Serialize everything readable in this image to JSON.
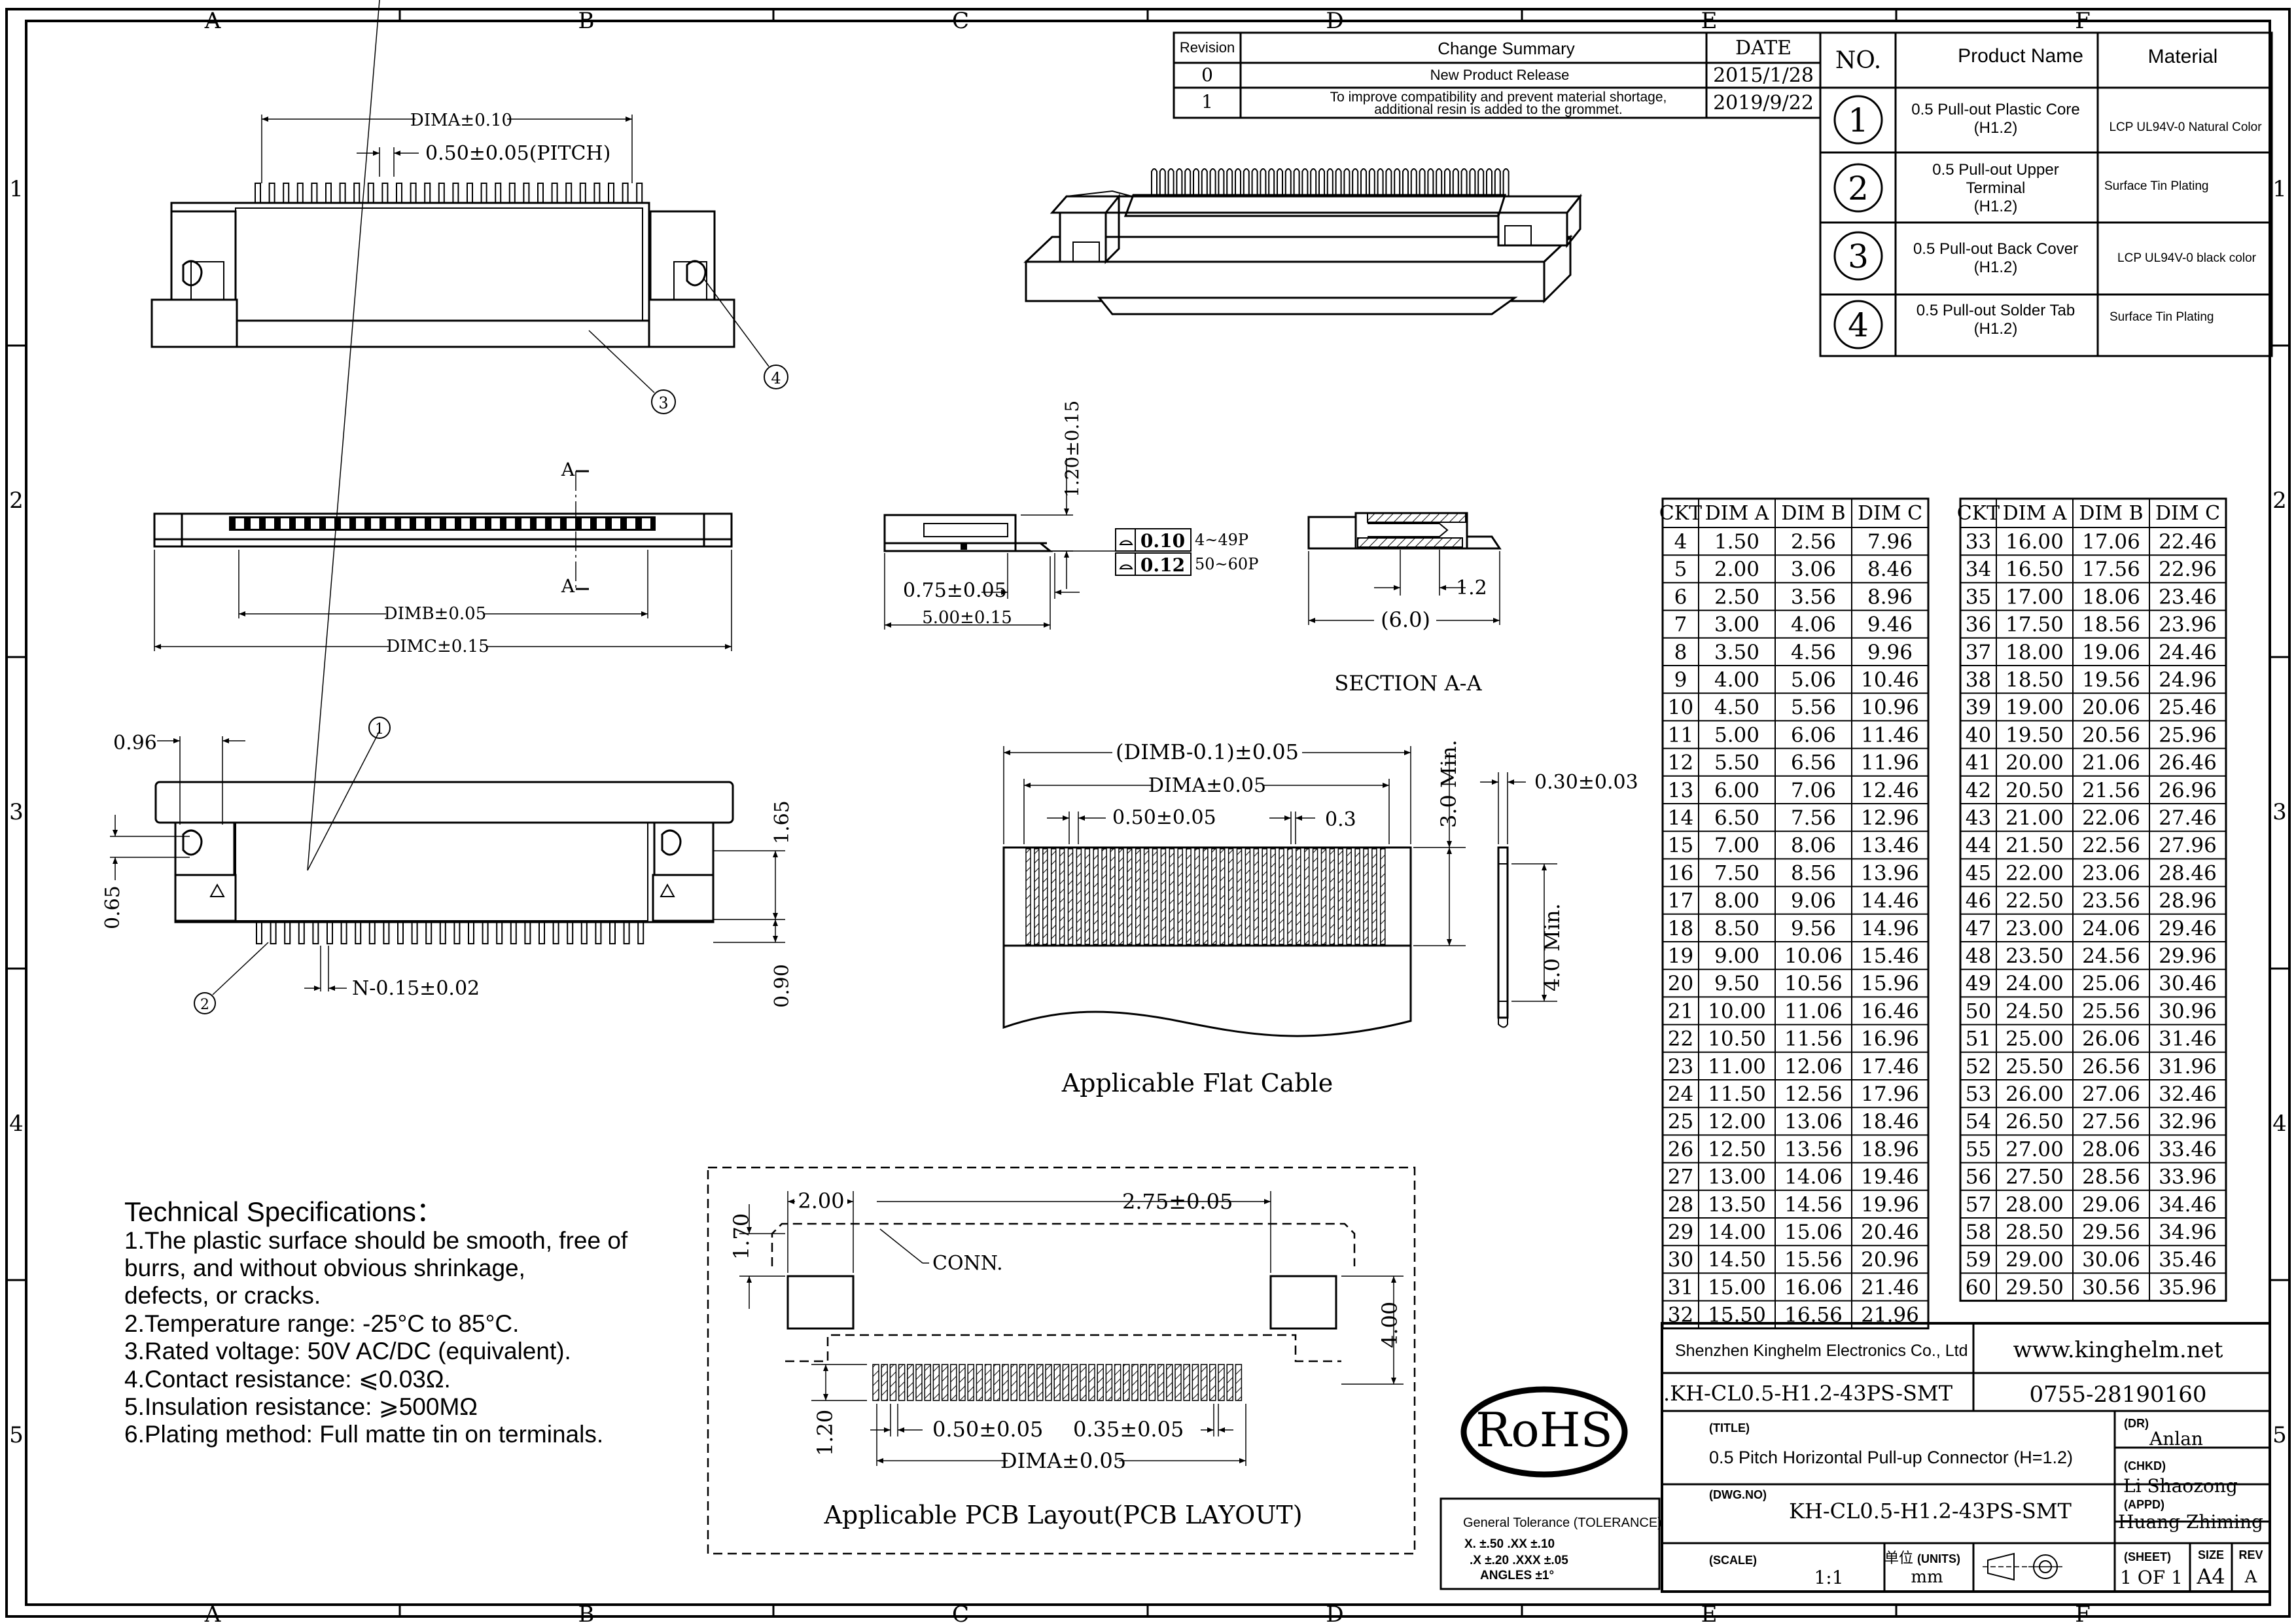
{
  "border": {
    "columns": [
      "A",
      "B",
      "C",
      "D",
      "E",
      "F"
    ],
    "rows": [
      "1",
      "2",
      "3",
      "4",
      "5"
    ]
  },
  "revision_table": {
    "headers": {
      "revision": "Revision",
      "summary": "Change Summary",
      "date": "DATE"
    },
    "rows": [
      {
        "rev": "0",
        "summary": "New Product Release",
        "date": "2015/1/28"
      },
      {
        "rev": "1",
        "summary_line1": "To improve compatibility and prevent material shortage,",
        "summary_line2": "additional resin is added to the grommet.",
        "date": "2019/9/22"
      }
    ]
  },
  "bom_table": {
    "headers": {
      "no": "NO.",
      "product": "Product Name",
      "material": "Material"
    },
    "rows": [
      {
        "no": "①",
        "name_lines": [
          "0.5 Pull-out Plastic Core",
          "(H1.2)"
        ],
        "material": "LCP UL94V-0 Natural Color"
      },
      {
        "no": "②",
        "name_lines": [
          "0.5 Pull-out Upper",
          "Terminal",
          "(H1.2)"
        ],
        "material": "Surface Tin Plating"
      },
      {
        "no": "③",
        "name_lines": [
          "0.5 Pull-out Back Cover",
          "(H1.2)"
        ],
        "material": "LCP UL94V-0 black color"
      },
      {
        "no": "④",
        "name_lines": [
          "0.5 Pull-out Solder Tab",
          "(H1.2)"
        ],
        "material": "Surface Tin Plating"
      }
    ]
  },
  "front_view": {
    "dim_a": "DIMA±0.10",
    "pitch": "0.50±0.05(PITCH)",
    "callout_3": "③",
    "callout_4": "④"
  },
  "top_view": {
    "section_mark_top": "A",
    "section_mark_bottom": "A",
    "dim_b": "DIMB±0.05",
    "dim_c": "DIMC±0.15"
  },
  "side_view": {
    "height": "1.20±0.15",
    "depth1": "0.75±0.05",
    "depth2": "5.00±0.15",
    "flatness": [
      {
        "value": "0.10",
        "range": "4~49P"
      },
      {
        "value": "0.12",
        "range": "50~60P"
      }
    ]
  },
  "section_aa": {
    "dim1": "1.2",
    "dim2": "(6.0)",
    "title": "SECTION A-A"
  },
  "bottom_view": {
    "d096": "0.96",
    "d065": "0.65",
    "d165": "1.65",
    "d090": "0.90",
    "n_dim": "N-0.15±0.02",
    "callout_1": "①",
    "callout_2": "②"
  },
  "flat_cable": {
    "d1": "(DIMB-0.1)±0.05",
    "d2": "DIMA±0.05",
    "d3": "0.50±0.05",
    "d4": "0.3",
    "d5": "3.0 Min.",
    "d6": "0.30±0.03",
    "d7": "4.0 Min.",
    "title": "Applicable Flat Cable"
  },
  "pcb_layout": {
    "d200": "2.00",
    "d275": "2.75±0.05",
    "d170": "1.70",
    "conn": "CONN.",
    "d400": "4.00",
    "d120": "1.20",
    "d050": "0.50±0.05",
    "d035": "0.35±0.05",
    "dima": "DIMA±0.05",
    "title": "Applicable PCB Layout(PCB LAYOUT)"
  },
  "tech_specs": {
    "title": "Technical Specifications：",
    "lines": [
      "1.The plastic surface should be smooth, free of",
      "burrs, and without obvious shrinkage,",
      "defects, or cracks.",
      "2.Temperature range: -25°C to 85°C.",
      "3.Rated voltage: 50V AC/DC (equivalent).",
      "4.Contact resistance: ⩽0.03Ω.",
      "5.Insulation resistance: ⩾500MΩ",
      "6.Plating method: Full matte tin on terminals."
    ]
  },
  "rohs": "RoHS",
  "tolerance": {
    "title": "General Tolerance (TOLERANCE)",
    "lines": [
      "X. ±.50   .XX ±.10",
      ".X ±.20   .XXX ±.05",
      "ANGLES   ±1°"
    ]
  },
  "dim_table": {
    "headers": [
      "CKT",
      "DIM A",
      "DIM B",
      "DIM C"
    ],
    "left": [
      [
        "4",
        "1.50",
        "2.56",
        "7.96"
      ],
      [
        "5",
        "2.00",
        "3.06",
        "8.46"
      ],
      [
        "6",
        "2.50",
        "3.56",
        "8.96"
      ],
      [
        "7",
        "3.00",
        "4.06",
        "9.46"
      ],
      [
        "8",
        "3.50",
        "4.56",
        "9.96"
      ],
      [
        "9",
        "4.00",
        "5.06",
        "10.46"
      ],
      [
        "10",
        "4.50",
        "5.56",
        "10.96"
      ],
      [
        "11",
        "5.00",
        "6.06",
        "11.46"
      ],
      [
        "12",
        "5.50",
        "6.56",
        "11.96"
      ],
      [
        "13",
        "6.00",
        "7.06",
        "12.46"
      ],
      [
        "14",
        "6.50",
        "7.56",
        "12.96"
      ],
      [
        "15",
        "7.00",
        "8.06",
        "13.46"
      ],
      [
        "16",
        "7.50",
        "8.56",
        "13.96"
      ],
      [
        "17",
        "8.00",
        "9.06",
        "14.46"
      ],
      [
        "18",
        "8.50",
        "9.56",
        "14.96"
      ],
      [
        "19",
        "9.00",
        "10.06",
        "15.46"
      ],
      [
        "20",
        "9.50",
        "10.56",
        "15.96"
      ],
      [
        "21",
        "10.00",
        "11.06",
        "16.46"
      ],
      [
        "22",
        "10.50",
        "11.56",
        "16.96"
      ],
      [
        "23",
        "11.00",
        "12.06",
        "17.46"
      ],
      [
        "24",
        "11.50",
        "12.56",
        "17.96"
      ],
      [
        "25",
        "12.00",
        "13.06",
        "18.46"
      ],
      [
        "26",
        "12.50",
        "13.56",
        "18.96"
      ],
      [
        "27",
        "13.00",
        "14.06",
        "19.46"
      ],
      [
        "28",
        "13.50",
        "14.56",
        "19.96"
      ],
      [
        "29",
        "14.00",
        "15.06",
        "20.46"
      ],
      [
        "30",
        "14.50",
        "15.56",
        "20.96"
      ],
      [
        "31",
        "15.00",
        "16.06",
        "21.46"
      ],
      [
        "32",
        "15.50",
        "16.56",
        "21.96"
      ]
    ],
    "right": [
      [
        "33",
        "16.00",
        "17.06",
        "22.46"
      ],
      [
        "34",
        "16.50",
        "17.56",
        "22.96"
      ],
      [
        "35",
        "17.00",
        "18.06",
        "23.46"
      ],
      [
        "36",
        "17.50",
        "18.56",
        "23.96"
      ],
      [
        "37",
        "18.00",
        "19.06",
        "24.46"
      ],
      [
        "38",
        "18.50",
        "19.56",
        "24.96"
      ],
      [
        "39",
        "19.00",
        "20.06",
        "25.46"
      ],
      [
        "40",
        "19.50",
        "20.56",
        "25.96"
      ],
      [
        "41",
        "20.00",
        "21.06",
        "26.46"
      ],
      [
        "42",
        "20.50",
        "21.56",
        "26.96"
      ],
      [
        "43",
        "21.00",
        "22.06",
        "27.46"
      ],
      [
        "44",
        "21.50",
        "22.56",
        "27.96"
      ],
      [
        "45",
        "22.00",
        "23.06",
        "28.46"
      ],
      [
        "46",
        "22.50",
        "23.56",
        "28.96"
      ],
      [
        "47",
        "23.00",
        "24.06",
        "29.46"
      ],
      [
        "48",
        "23.50",
        "24.56",
        "29.96"
      ],
      [
        "49",
        "24.00",
        "25.06",
        "30.46"
      ],
      [
        "50",
        "24.50",
        "25.56",
        "30.96"
      ],
      [
        "51",
        "25.00",
        "26.06",
        "31.46"
      ],
      [
        "52",
        "25.50",
        "26.56",
        "31.96"
      ],
      [
        "53",
        "26.00",
        "27.06",
        "32.46"
      ],
      [
        "54",
        "26.50",
        "27.56",
        "32.96"
      ],
      [
        "55",
        "27.00",
        "28.06",
        "33.46"
      ],
      [
        "56",
        "27.50",
        "28.56",
        "33.96"
      ],
      [
        "57",
        "28.00",
        "29.06",
        "34.46"
      ],
      [
        "58",
        "28.50",
        "29.56",
        "34.96"
      ],
      [
        "59",
        "29.00",
        "30.06",
        "35.46"
      ],
      [
        "60",
        "29.50",
        "30.56",
        "35.96"
      ]
    ]
  },
  "title_block": {
    "company": "Shenzhen Kinghelm Electronics Co., Ltd",
    "website": "www.kinghelm.net",
    "part_top": ".KH-CL0.5-H1.2-43PS-SMT",
    "phone": "0755-28190160",
    "title_label": "(TITLE)",
    "title": "0.5 Pitch Horizontal Pull-up Connector (H=1.2)",
    "dr_label": "(DR)",
    "dr": "Anlan",
    "chkd_label": "(CHKD)",
    "chkd": "Li Shaozong",
    "dwg_label": "(DWG.NO)",
    "dwg": "KH-CL0.5-H1.2-43PS-SMT",
    "appd_label": "(APPD)",
    "appd": "Huang Zhiming",
    "scale_label": "(SCALE)",
    "scale": "1:1",
    "units_label_cn": "单位",
    "units_label": "(UNITS)",
    "units": "mm",
    "sheet_label": "(SHEET)",
    "sheet": "1 OF 1",
    "size_label": "SIZE",
    "size": "A4",
    "rev_label": "REV",
    "rev": "A"
  }
}
